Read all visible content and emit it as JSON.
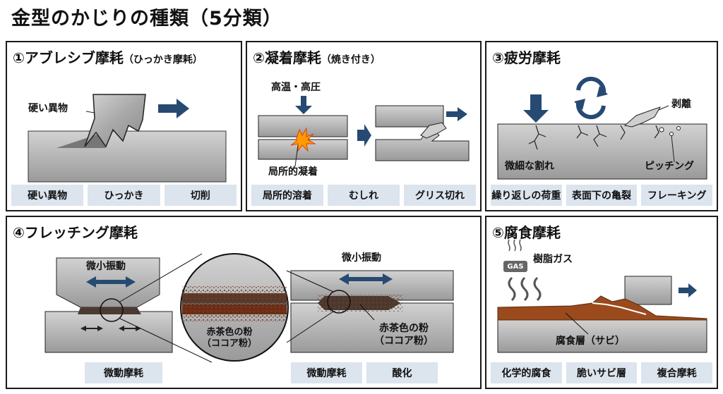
{
  "title": "金型のかじりの種類（5分類）",
  "panels": {
    "p1": {
      "title": "①アブレシブ摩耗",
      "subtitle": "（ひっかき摩耗）",
      "label_foreign": "硬い異物",
      "tags": [
        "硬い異物",
        "ひっかき",
        "切削"
      ]
    },
    "p2": {
      "title": "②凝着摩耗",
      "subtitle": "（焼き付き）",
      "label_heat": "高温・高圧",
      "label_local": "局所的凝着",
      "tags": [
        "局所的溶着",
        "むしれ",
        "グリス切れ"
      ]
    },
    "p3": {
      "title": "③疲労摩耗",
      "label_peel": "剥離",
      "label_crack": "微細な割れ",
      "label_pitting": "ピッチング",
      "tags": [
        "繰り返しの荷重",
        "表面下の亀裂",
        "フレーキング"
      ]
    },
    "p4": {
      "title": "④フレッチング摩耗",
      "label_vib1": "微小振動",
      "label_vib2": "微小振動",
      "label_powder1": "赤茶色の粉\n（ココア粉）",
      "label_powder2": "赤茶色の粉\n（ココア粉）",
      "tags_left": [
        "微動摩耗"
      ],
      "tags_right": [
        "微動摩耗",
        "酸化"
      ]
    },
    "p5": {
      "title": "⑤腐食摩耗",
      "gas_icon_text": "GAS",
      "label_gas": "樹脂ガス",
      "label_rust": "腐食層（サビ）",
      "tags": [
        "化学的腐食",
        "脆いサビ層",
        "複合摩耗"
      ]
    }
  },
  "colors": {
    "arrow_navy": "#264a72",
    "tag_bg": "#dce4ee",
    "rust": "#9a4a1c",
    "metal": "#b4b4b4"
  }
}
